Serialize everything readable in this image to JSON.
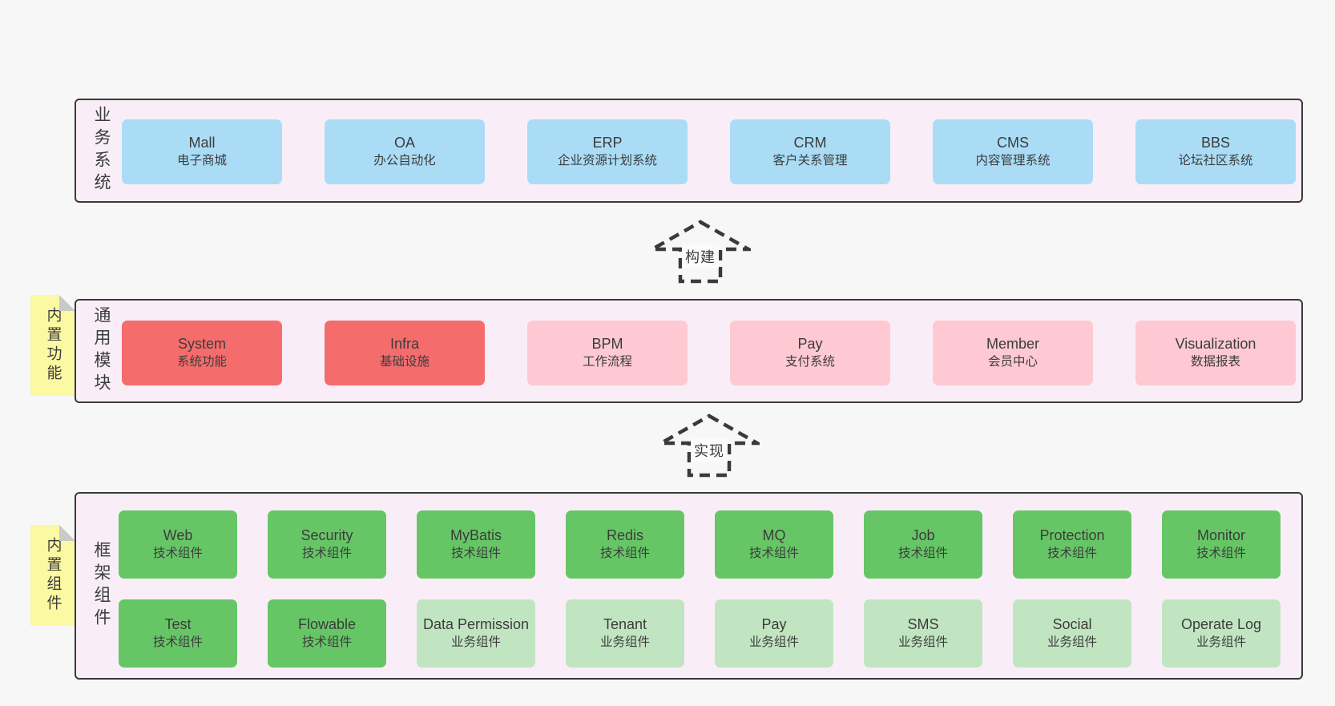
{
  "colors": {
    "page_bg": "#f7f7f7",
    "panel_bg": "#f9eef8",
    "panel_border": "#3a3a3a",
    "text": "#3c3c3c",
    "blue": "#aadcf6",
    "red": "#f56c6c",
    "pink": "#fec9d2",
    "green": "#66c666",
    "light_green": "#c1e5c1",
    "note_yellow": "#fbf9a1",
    "note_fold": "#c9c9c9",
    "label_bg": "#fbfbfb"
  },
  "arrows": [
    {
      "label": "构建"
    },
    {
      "label": "实现"
    }
  ],
  "notes": [
    {
      "label": "内置功能"
    },
    {
      "label": "内置组件"
    }
  ],
  "layers": [
    {
      "label": "业务系统",
      "boxes": [
        {
          "title": "Mall",
          "subtitle": "电子商城"
        },
        {
          "title": "OA",
          "subtitle": "办公自动化"
        },
        {
          "title": "ERP",
          "subtitle": "企业资源计划系统"
        },
        {
          "title": "CRM",
          "subtitle": "客户关系管理"
        },
        {
          "title": "CMS",
          "subtitle": "内容管理系统"
        },
        {
          "title": "BBS",
          "subtitle": "论坛社区系统"
        }
      ]
    },
    {
      "label": "通用模块",
      "boxes": [
        {
          "title": "System",
          "subtitle": "系统功能"
        },
        {
          "title": "Infra",
          "subtitle": "基础设施"
        },
        {
          "title": "BPM",
          "subtitle": "工作流程"
        },
        {
          "title": "Pay",
          "subtitle": "支付系统"
        },
        {
          "title": "Member",
          "subtitle": "会员中心"
        },
        {
          "title": "Visualization",
          "subtitle": "数据报表"
        }
      ]
    },
    {
      "label": "框架组件",
      "rows": [
        [
          {
            "title": "Web",
            "subtitle": "技术组件"
          },
          {
            "title": "Security",
            "subtitle": "技术组件"
          },
          {
            "title": "MyBatis",
            "subtitle": "技术组件"
          },
          {
            "title": "Redis",
            "subtitle": "技术组件"
          },
          {
            "title": "MQ",
            "subtitle": "技术组件"
          },
          {
            "title": "Job",
            "subtitle": "技术组件"
          },
          {
            "title": "Protection",
            "subtitle": "技术组件"
          },
          {
            "title": "Monitor",
            "subtitle": "技术组件"
          }
        ],
        [
          {
            "title": "Test",
            "subtitle": "技术组件"
          },
          {
            "title": "Flowable",
            "subtitle": "技术组件"
          },
          {
            "title": "Data Permission",
            "subtitle": "业务组件"
          },
          {
            "title": "Tenant",
            "subtitle": "业务组件"
          },
          {
            "title": "Pay",
            "subtitle": "业务组件"
          },
          {
            "title": "SMS",
            "subtitle": "业务组件"
          },
          {
            "title": "Social",
            "subtitle": "业务组件"
          },
          {
            "title": "Operate Log",
            "subtitle": "业务组件"
          }
        ]
      ]
    }
  ]
}
